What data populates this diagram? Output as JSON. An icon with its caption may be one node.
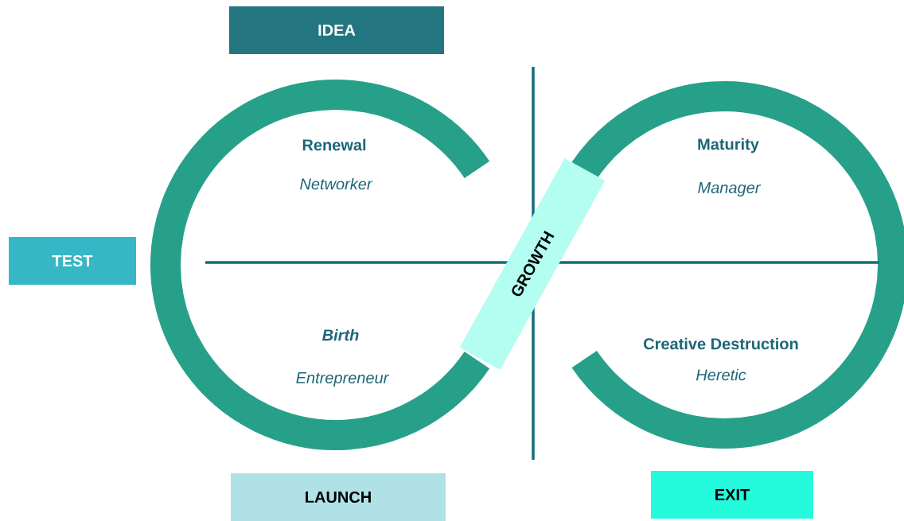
{
  "diagram": {
    "nodes": [
      {
        "text": [
          "IDEA"
        ]
      },
      {
        "text": [
          "TEST"
        ]
      },
      {
        "text": [
          "GROWTH"
        ]
      },
      {
        "text": [
          "LAUNCH"
        ]
      },
      {
        "text": [
          "EXIT"
        ]
      }
    ],
    "labels": [
      "Renewal",
      "Networker",
      "Maturity",
      "Manager",
      "Birth",
      "Entrepreneur",
      "Creative Destruction",
      "Heretic"
    ]
  }
}
